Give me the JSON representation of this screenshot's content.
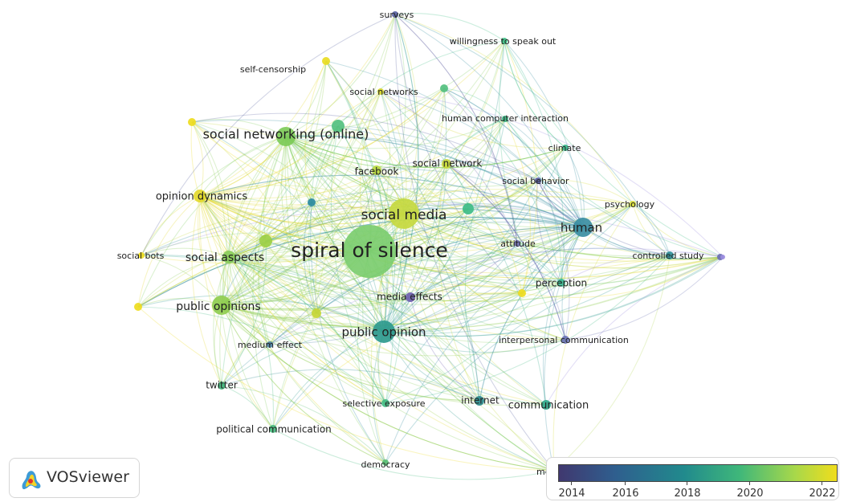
{
  "app": {
    "logo_text": "VOSviewer"
  },
  "legend": {
    "labels": [
      "2014",
      "2016",
      "2018",
      "2020",
      "2022"
    ],
    "gradient_colors": [
      "#40386f",
      "#2f5e8e",
      "#218a8d",
      "#3fb77a",
      "#a8d84a",
      "#f0dd1c"
    ]
  },
  "network": {
    "keywords": [
      {
        "label": "spiral of silence",
        "color": "#7ccd6f"
      },
      {
        "label": "social media",
        "color": "#c6d940"
      },
      {
        "label": "social networking (online)",
        "color": "#7dcb58"
      },
      {
        "label": "human",
        "color": "#3b8ea3"
      },
      {
        "label": "public opinion",
        "color": "#2e9a8e"
      },
      {
        "label": "public opinions",
        "color": "#8fcd4f"
      },
      {
        "label": "social aspects",
        "color": "#89cc5a"
      },
      {
        "label": "opinion dynamics",
        "color": "#e3d92a"
      },
      {
        "label": "communication",
        "color": "#30a88a"
      },
      {
        "label": "internet",
        "color": "#2b8a8c"
      },
      {
        "label": "surveys",
        "color": "#5a63a3"
      },
      {
        "label": "willingness to speak out",
        "color": "#3fbf86"
      },
      {
        "label": "self-censorship",
        "color": "#e9dc22"
      },
      {
        "label": "social networks",
        "color": "#d8d92e"
      },
      {
        "label": "human computer interaction",
        "color": "#3cba86"
      },
      {
        "label": "climate",
        "color": "#36b48a"
      },
      {
        "label": "facebook",
        "color": "#b8d840"
      },
      {
        "label": "social network",
        "color": "#c7d83a"
      },
      {
        "label": "social behavior",
        "color": "#5a60a0"
      },
      {
        "label": "psychology",
        "color": "#d6da36"
      },
      {
        "label": "attitude",
        "color": "#6b6aa8"
      },
      {
        "label": "controlled study",
        "color": "#2f8f9a"
      },
      {
        "label": "social bots",
        "color": "#eedc1e"
      },
      {
        "label": "perception",
        "color": "#3ab892"
      },
      {
        "label": "media effects",
        "color": "#6e5fb0"
      },
      {
        "label": "interpersonal communication",
        "color": "#6a73b4"
      },
      {
        "label": "medium effect",
        "color": "#4b7fa0"
      },
      {
        "label": "twitter",
        "color": "#3fb47a"
      },
      {
        "label": "selective exposure",
        "color": "#43bc84"
      },
      {
        "label": "political communication",
        "color": "#46bb7e"
      },
      {
        "label": "democracy",
        "color": "#5abf74"
      },
      {
        "label": "mec",
        "color": "#b4d65a"
      },
      {
        "label": "",
        "color": "#54c07f"
      },
      {
        "label": "",
        "color": "#2a8aa0"
      },
      {
        "label": "",
        "color": "#3dbc86"
      },
      {
        "label": "",
        "color": "#9ccf45"
      },
      {
        "label": "",
        "color": "#eedc1e"
      },
      {
        "label": "",
        "color": "#eedc1e"
      },
      {
        "label": "",
        "color": "#eedc1e"
      },
      {
        "label": "",
        "color": "#c6d636"
      },
      {
        "label": "",
        "color": "#6b6fb4"
      },
      {
        "label": "",
        "color": "#9b8de0"
      },
      {
        "label": "",
        "color": "#54c07f"
      }
    ]
  }
}
